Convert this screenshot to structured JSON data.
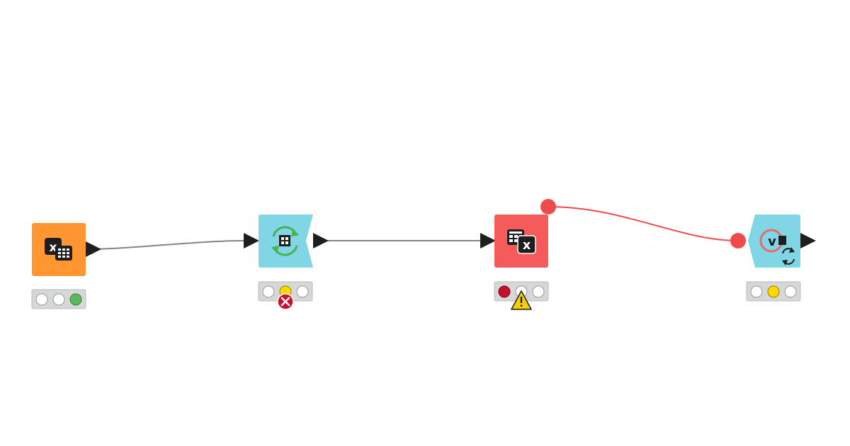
{
  "workflow": {
    "colors": {
      "connection_default": "#848484",
      "connection_flow_variable": "#f04b4b",
      "port_data": "#1e1e1e",
      "port_flow_variable": "#f04b4b",
      "status_off": "#ffffff",
      "status_red": "#c8102e",
      "status_yellow": "#ffd800",
      "status_green": "#5cb85c",
      "error_badge": "#c8102e",
      "warning_badge": "#f5d000"
    },
    "nodes": [
      {
        "id": "excel-reader",
        "kind": "source",
        "color": "#ff9632",
        "icon": "excel-table-icon",
        "status": "executed",
        "badge": null
      },
      {
        "id": "loop-start",
        "kind": "loop-start",
        "color": "#80d6e4",
        "icon": "loop-table-icon",
        "status": "configured",
        "badge": "error"
      },
      {
        "id": "excel-writer",
        "kind": "sink",
        "color": "#f55b5b",
        "icon": "table-to-excel-icon",
        "status": "failed",
        "badge": "warning"
      },
      {
        "id": "variable-loop-end",
        "kind": "loop-end",
        "color": "#80d6e4",
        "icon": "variable-loop-end-icon",
        "status": "configured",
        "badge": null
      }
    ],
    "connections": [
      {
        "from": "excel-reader",
        "to": "loop-start",
        "type": "data"
      },
      {
        "from": "loop-start",
        "to": "excel-writer",
        "type": "data"
      },
      {
        "from": "excel-writer",
        "to": "variable-loop-end",
        "type": "flow-variable"
      }
    ]
  }
}
